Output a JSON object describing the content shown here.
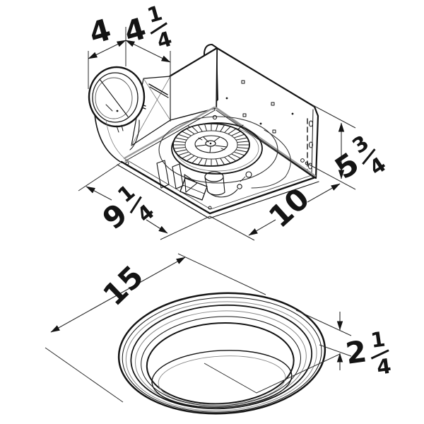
{
  "style": {
    "background": "#ffffff",
    "ink": "#141414",
    "construction": "#888888"
  },
  "fan": {
    "dims": {
      "duct_width": {
        "whole": "4"
      },
      "duct_center": {
        "whole": "4",
        "num": "1",
        "den": "4"
      },
      "height": {
        "whole": "5",
        "num": "3",
        "den": "4"
      },
      "width": {
        "whole": "9",
        "num": "1",
        "den": "4"
      },
      "depth": {
        "whole": "10"
      }
    }
  },
  "grille": {
    "dims": {
      "diameter": {
        "whole": "15"
      },
      "height": {
        "whole": "2",
        "num": "1",
        "den": "4"
      }
    }
  }
}
